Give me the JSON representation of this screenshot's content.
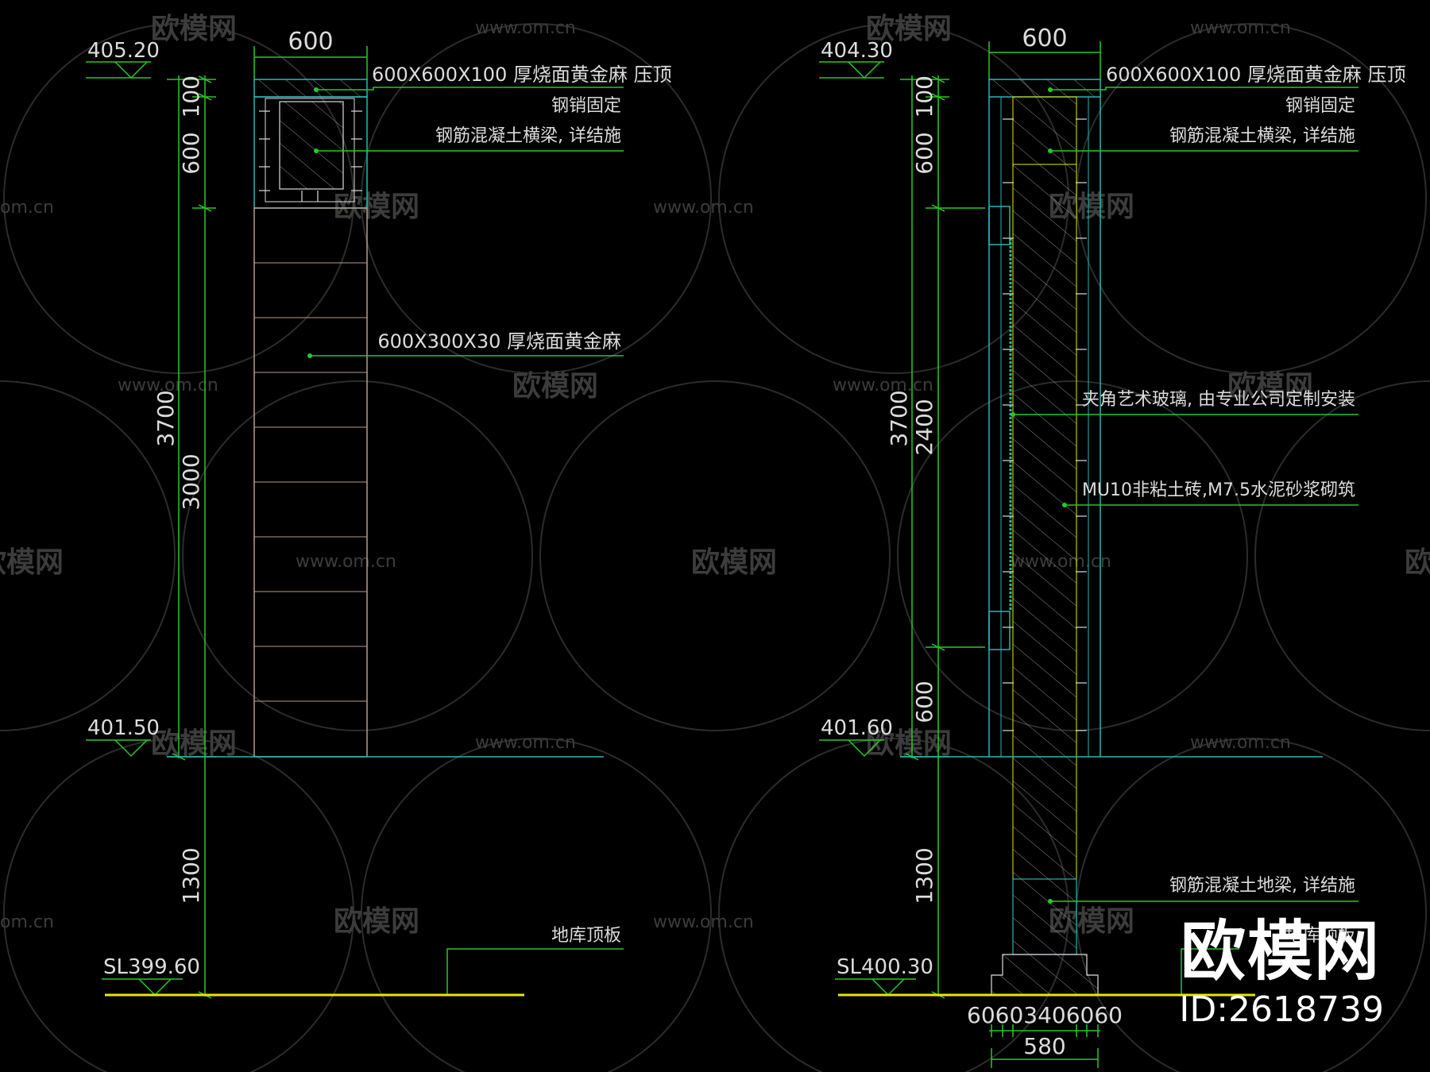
{
  "watermark": {
    "brand": "欧模网",
    "url": "www.om.cn",
    "url_fragment": "om.cn",
    "brand_fragment": "欧模网",
    "corner_brand": "欧模网",
    "corner_id": "ID:2618739"
  },
  "left_section": {
    "top_elevation": "405.20",
    "ground_elevation": "401.50",
    "base_elevation": "SL399.60",
    "width_dim": "600",
    "dims": {
      "cap": "100",
      "beam": "600",
      "total": "3700",
      "cladding": "3000",
      "below": "1300"
    },
    "notes": {
      "cap": "600X600X100  厚烧面黄金麻  压顶",
      "pin": "钢销固定",
      "beam": "钢筋混凝土横梁, 详结施",
      "cladding": "600X300X30  厚烧面黄金麻",
      "roof": "地库顶板"
    }
  },
  "right_section": {
    "top_elevation": "404.30",
    "ground_elevation": "401.60",
    "base_elevation": "SL400.30",
    "width_dim": "600",
    "dims": {
      "cap": "100",
      "beam": "600",
      "total": "3700",
      "glass": "2400",
      "lower": "600",
      "below": "1300"
    },
    "bottom_dims": "60603406060",
    "base_width": "580",
    "notes": {
      "cap": "600X600X100  厚烧面黄金麻  压顶",
      "pin": "钢销固定",
      "beam": "钢筋混凝土横梁, 详结施",
      "glass": "夹角艺术玻璃, 由专业公司定制安装",
      "brick": "MU10非粘土砖,M7.5水泥砂浆砌筑",
      "ground_beam": "钢筋混凝土地梁, 详结施",
      "roof": "地库顶板"
    }
  },
  "colors": {
    "background": "#000000",
    "dim_green": "#28c828",
    "text_white": "#dcdcdc",
    "cyan": "#2ab5b5",
    "stone": "#b89a8a",
    "hatch": "#9a9a9a",
    "yellow": "#e8e800",
    "watermark": "#3a3a3a"
  }
}
